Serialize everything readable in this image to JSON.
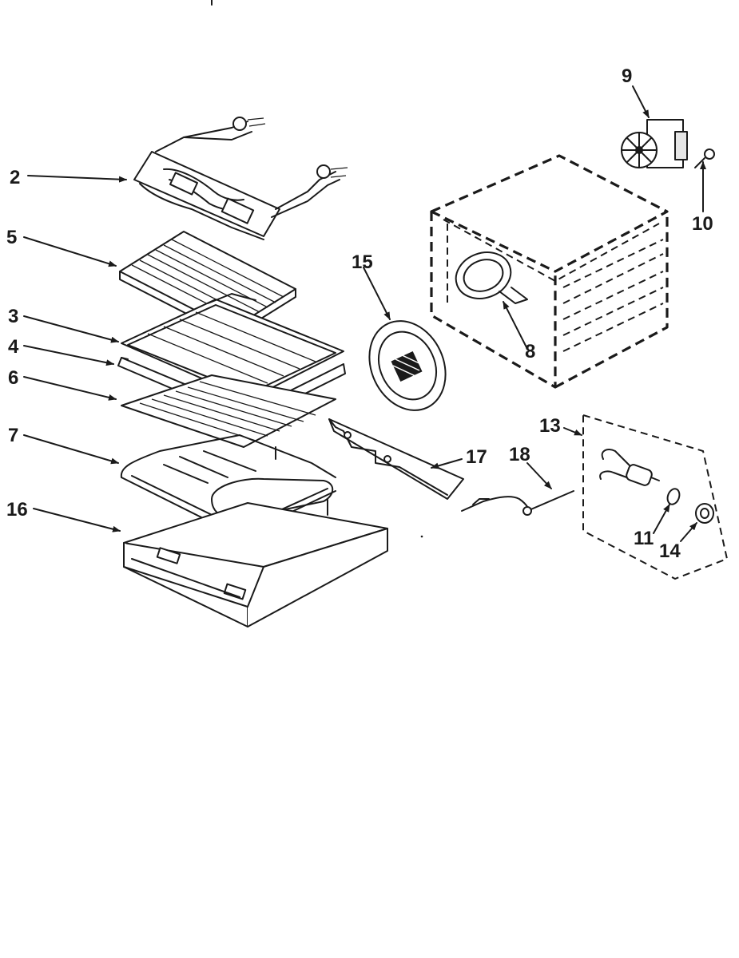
{
  "diagram": {
    "part_labels": [
      {
        "id": "2",
        "text": "2"
      },
      {
        "id": "5",
        "text": "5"
      },
      {
        "id": "3",
        "text": "3"
      },
      {
        "id": "4",
        "text": "4"
      },
      {
        "id": "6",
        "text": "6"
      },
      {
        "id": "7",
        "text": "7"
      },
      {
        "id": "16",
        "text": "16"
      },
      {
        "id": "15",
        "text": "15"
      },
      {
        "id": "8",
        "text": "8"
      },
      {
        "id": "9",
        "text": "9"
      },
      {
        "id": "10",
        "text": "10"
      },
      {
        "id": "13",
        "text": "13"
      },
      {
        "id": "17",
        "text": "17"
      },
      {
        "id": "18",
        "text": "18"
      },
      {
        "id": "11",
        "text": "11"
      },
      {
        "id": "14",
        "text": "14"
      }
    ]
  }
}
